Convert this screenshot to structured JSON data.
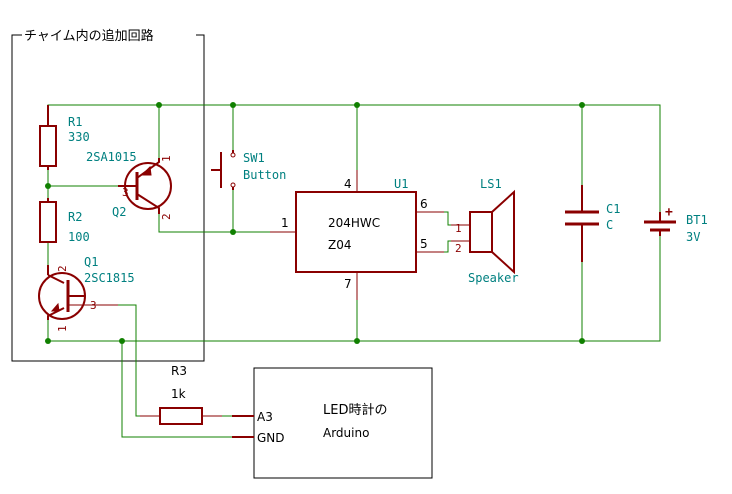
{
  "group_title": "チャイム内の追加回路",
  "r1": {
    "ref": "R1",
    "value": "330"
  },
  "r2": {
    "ref": "R2",
    "value": "100"
  },
  "r3": {
    "ref": "R3",
    "value": "1k"
  },
  "q1": {
    "ref": "Q1",
    "value": "2SC1815",
    "pin1": "1",
    "pin2": "2",
    "pin3": "3"
  },
  "q2": {
    "ref": "Q2",
    "value": "2SA1015",
    "pin1": "1",
    "pin2": "2",
    "pin3": "3"
  },
  "sw1": {
    "ref": "SW1",
    "value": "Button"
  },
  "u1": {
    "ref": "U1",
    "line1": "204HWC",
    "line2": "Z04",
    "pin1": "1",
    "pin4": "4",
    "pin5": "5",
    "pin6": "6",
    "pin7": "7"
  },
  "ls1": {
    "ref": "LS1",
    "value": "Speaker",
    "pin1": "1",
    "pin2": "2"
  },
  "c1": {
    "ref": "C1",
    "value": "C"
  },
  "bt1": {
    "ref": "BT1",
    "value": "3V",
    "plus": "+"
  },
  "arduino": {
    "title": "LED時計の",
    "subtitle": "Arduino",
    "pin_a3": "A3",
    "pin_gnd": "GND"
  },
  "colors": {
    "wire": "#108000",
    "component": "#8a0000",
    "label": "#008080",
    "box": "#000000"
  }
}
